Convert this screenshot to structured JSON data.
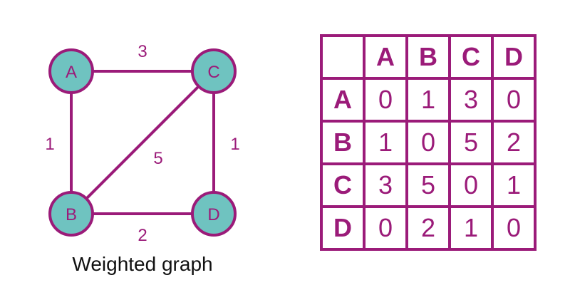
{
  "colors": {
    "edge": "#9b1b79",
    "node_fill": "#6fc3c0",
    "text": "#9b1b79",
    "caption": "#111111"
  },
  "graph": {
    "caption": "Weighted graph",
    "nodes": [
      {
        "id": "A",
        "label": "A"
      },
      {
        "id": "B",
        "label": "B"
      },
      {
        "id": "C",
        "label": "C"
      },
      {
        "id": "D",
        "label": "D"
      }
    ],
    "edges": [
      {
        "from": "A",
        "to": "C",
        "weight": "3"
      },
      {
        "from": "A",
        "to": "B",
        "weight": "1"
      },
      {
        "from": "B",
        "to": "C",
        "weight": "5"
      },
      {
        "from": "C",
        "to": "D",
        "weight": "1"
      },
      {
        "from": "B",
        "to": "D",
        "weight": "2"
      }
    ]
  },
  "matrix": {
    "corner": "",
    "column_headers": [
      "A",
      "B",
      "C",
      "D"
    ],
    "rows": [
      {
        "header": "A",
        "cells": [
          "0",
          "1",
          "3",
          "0"
        ]
      },
      {
        "header": "B",
        "cells": [
          "1",
          "0",
          "5",
          "2"
        ]
      },
      {
        "header": "C",
        "cells": [
          "3",
          "5",
          "0",
          "1"
        ]
      },
      {
        "header": "D",
        "cells": [
          "0",
          "2",
          "1",
          "0"
        ]
      }
    ]
  }
}
